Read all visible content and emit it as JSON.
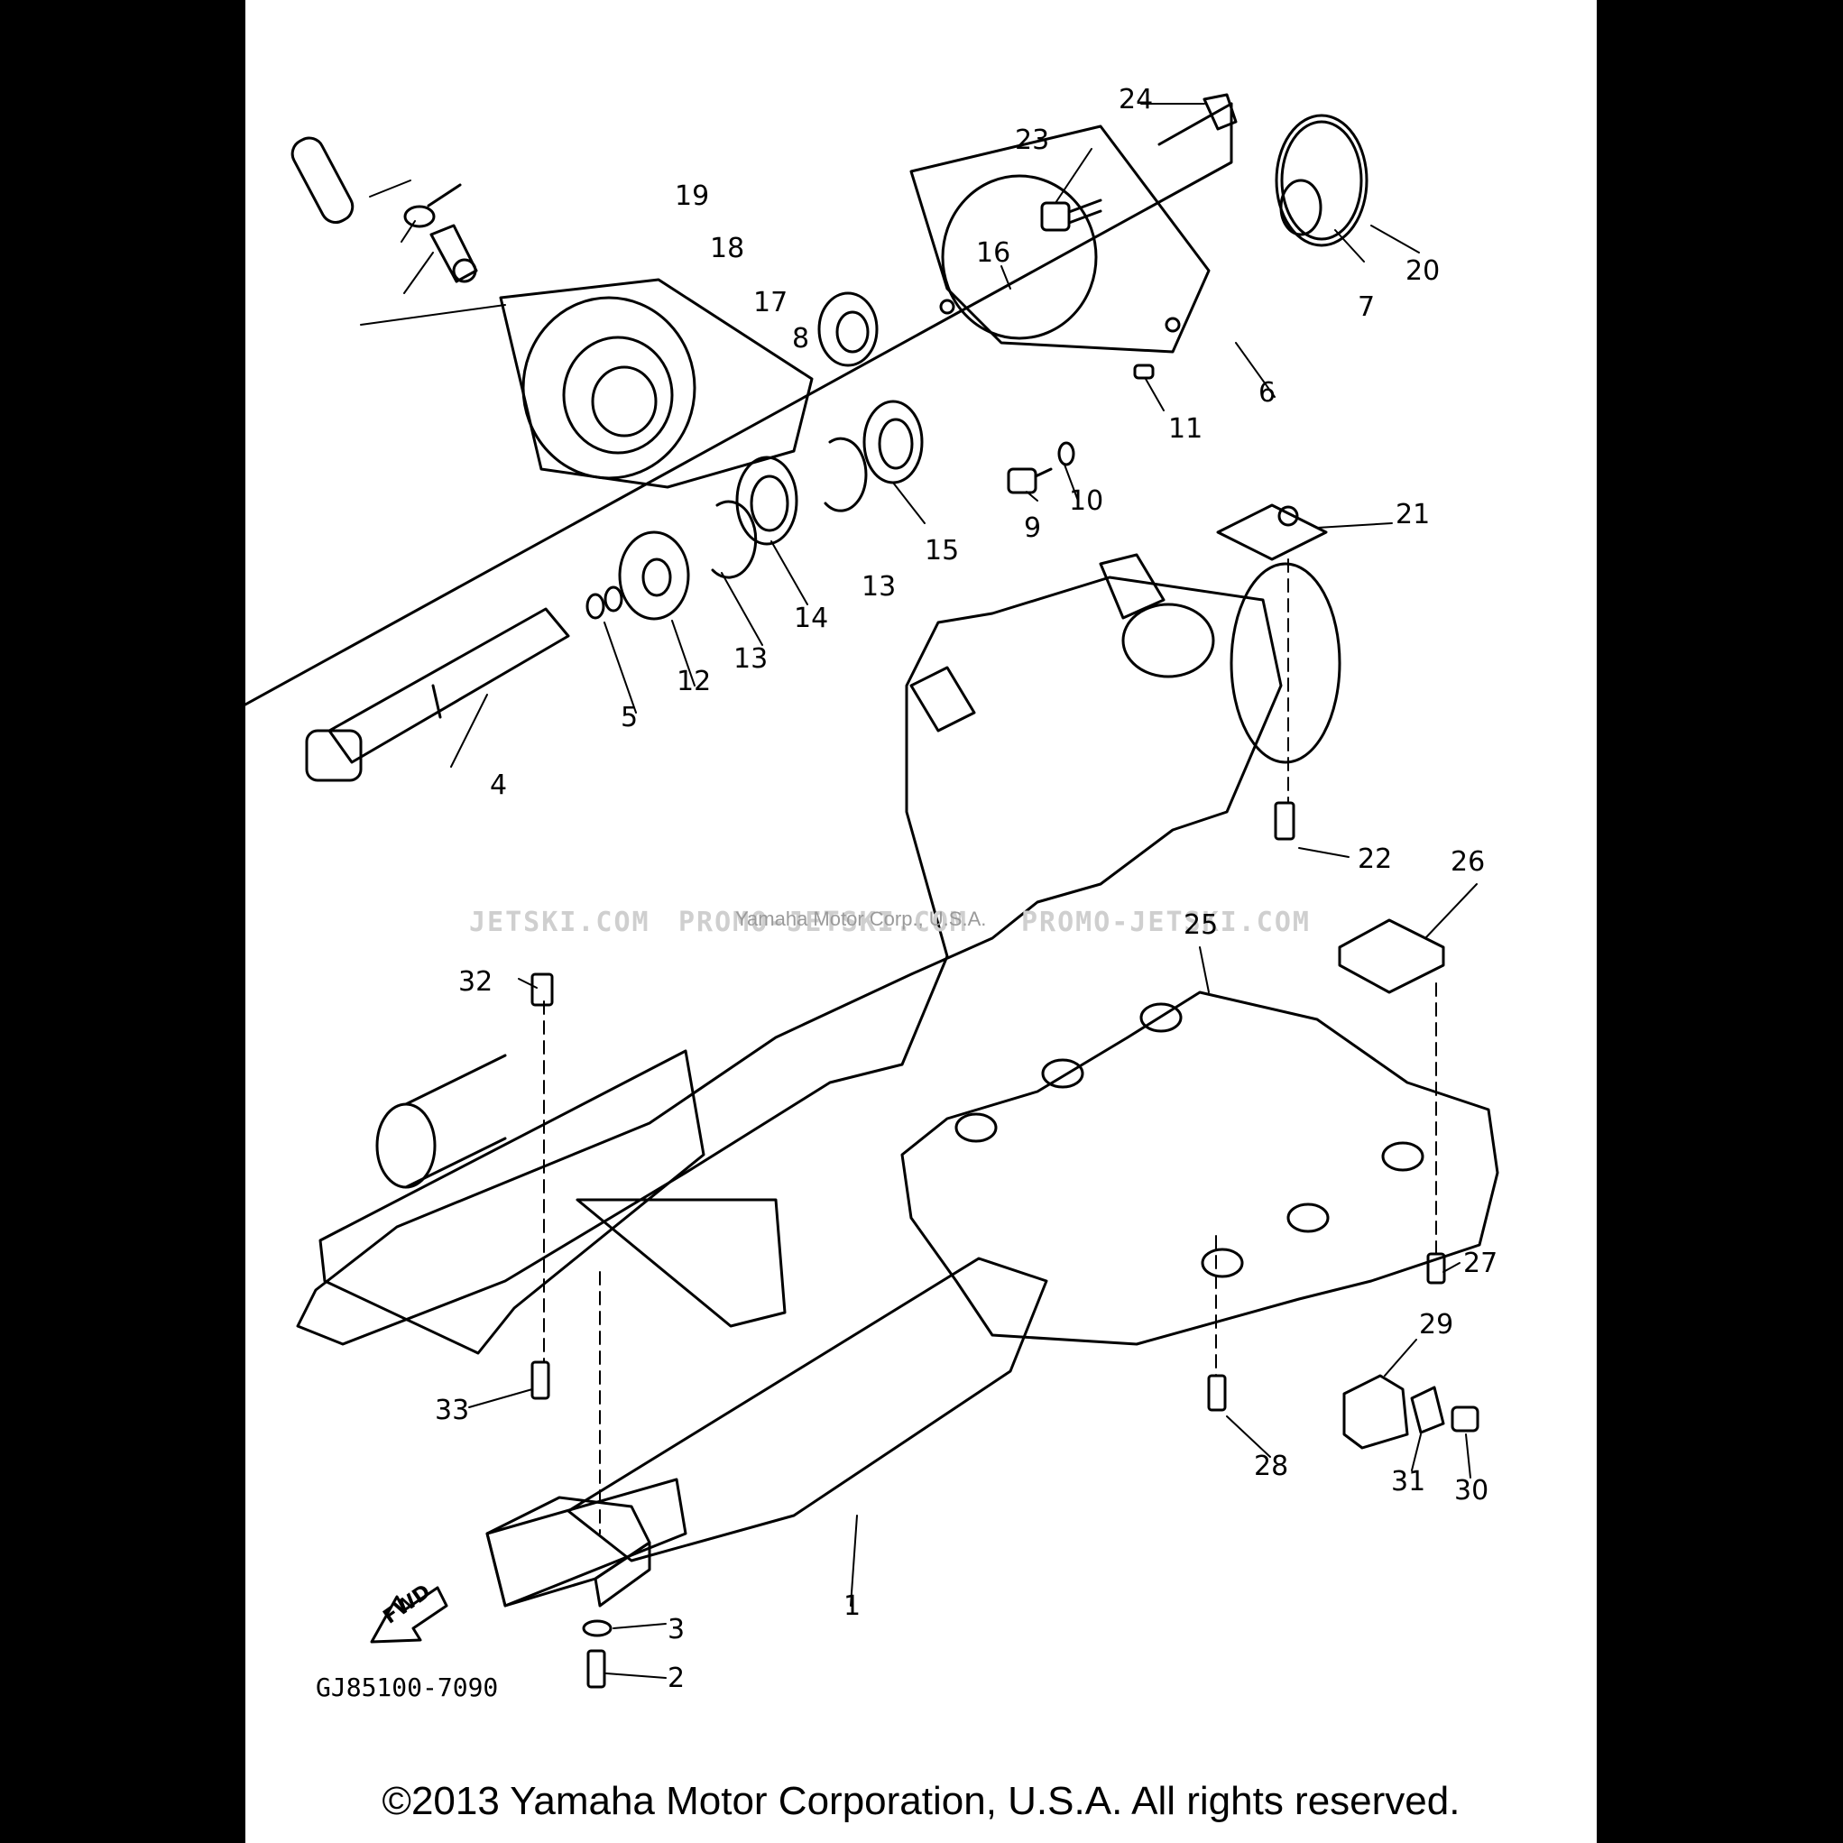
{
  "diagram": {
    "code": "GJ85100-7090",
    "fwd_label": "FWD",
    "watermark_left": "JETSKI.COM",
    "watermark_center": "PROMO-JETSKI.COM",
    "watermark_right": "PROMO-JETSKI.COM",
    "watermark_owner": "Yamaha Motor Corp., U.S.A.",
    "part_labels": [
      "1",
      "2",
      "3",
      "4",
      "5",
      "6",
      "7",
      "8",
      "9",
      "10",
      "11",
      "12",
      "13",
      "13",
      "14",
      "15",
      "16",
      "17",
      "18",
      "19",
      "20",
      "21",
      "22",
      "23",
      "24",
      "25",
      "26",
      "27",
      "28",
      "29",
      "30",
      "31",
      "32",
      "33"
    ]
  },
  "copyright": "©2013 Yamaha Motor Corporation, U.S.A. All rights reserved."
}
